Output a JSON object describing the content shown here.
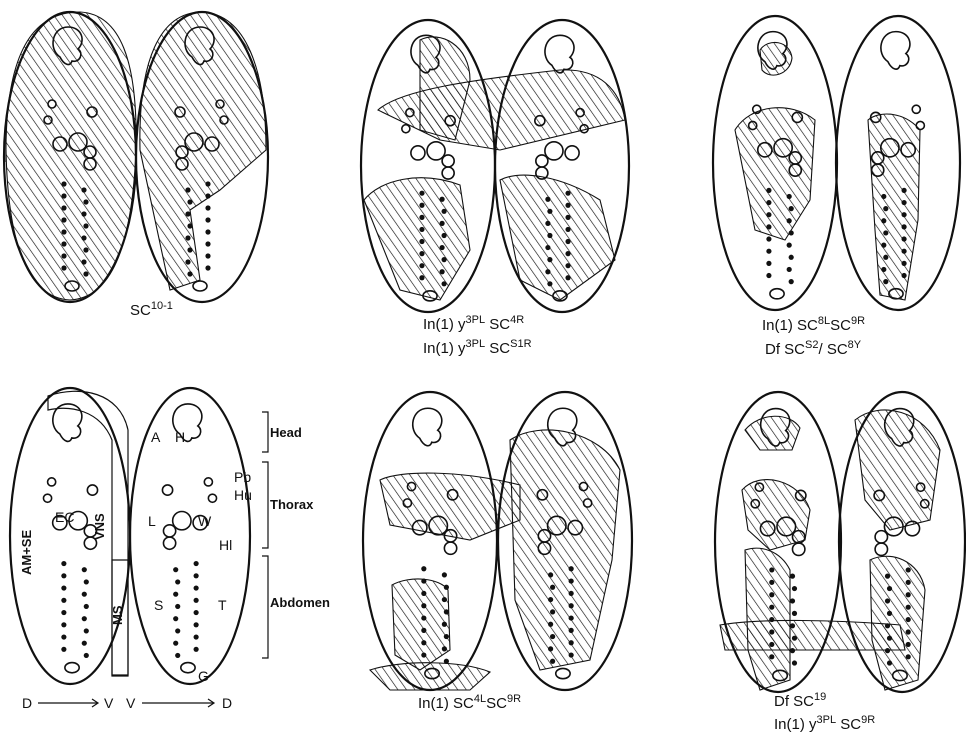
{
  "figure": {
    "panels": [
      {
        "id": "sc10-1",
        "caption_lines": [
          {
            "base": "SC",
            "sup": "10-1",
            "tail": ""
          }
        ]
      },
      {
        "id": "y3pl-sc4r",
        "caption_lines": [
          {
            "base": "In(1) y",
            "sup": "3PL",
            "tail": " SC",
            "sup2": "4R"
          },
          {
            "base": "In(1) y",
            "sup": "3PL",
            "tail": " SC",
            "sup2": "S1R"
          }
        ]
      },
      {
        "id": "sc8l-sc9r",
        "caption_lines": [
          {
            "base": "In(1) SC",
            "sup": "8L",
            "tail": "SC",
            "sup2": "9R"
          },
          {
            "base": "Df SC",
            "sup": "S2",
            "tail": "/ SC",
            "sup2": "8Y"
          }
        ]
      },
      {
        "id": "reference",
        "caption_lines": []
      },
      {
        "id": "sc4l-sc9r",
        "caption_lines": [
          {
            "base": "In(1) SC",
            "sup": "4L",
            "tail": "SC",
            "sup2": "9R"
          }
        ]
      },
      {
        "id": "df-sc19",
        "caption_lines": [
          {
            "base": "Df SC",
            "sup": "19",
            "tail": ""
          },
          {
            "base": "In(1) y",
            "sup": "3PL",
            "tail": " SC",
            "sup2": "9R"
          }
        ]
      }
    ],
    "reference_labels": {
      "left_lobe": [
        "EC",
        "VNS",
        "AM+SE",
        "MS"
      ],
      "right_lobe": [
        "A",
        "H",
        "Pb",
        "Hu",
        "L",
        "W",
        "Hl",
        "S",
        "T",
        "G"
      ],
      "regions": [
        "Head",
        "Thorax",
        "Abdomen"
      ],
      "axis_left": {
        "start": "D",
        "end": "V"
      },
      "axis_right": {
        "start": "V",
        "end": "D"
      }
    }
  }
}
